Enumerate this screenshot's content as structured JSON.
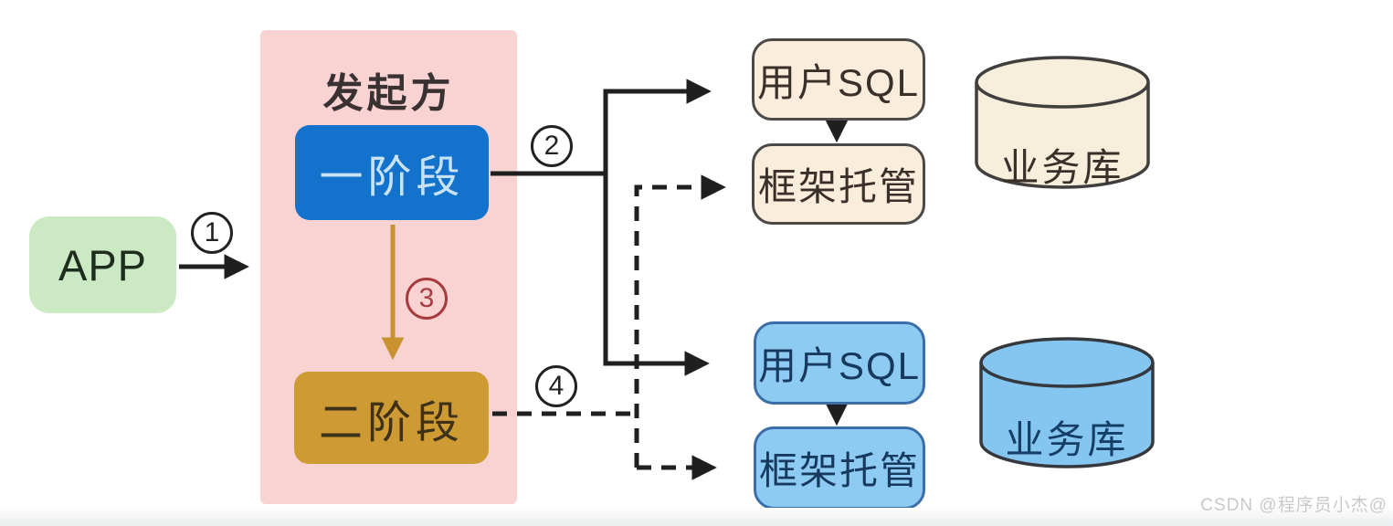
{
  "diagram": {
    "app": {
      "label": "APP"
    },
    "initiator": {
      "title": "发起方",
      "phase1_label": "一阶段",
      "phase2_label": "二阶段"
    },
    "steps": {
      "s1": "1",
      "s2": "2",
      "s3": "3",
      "s4": "4"
    },
    "top_group": {
      "user_sql": "用户SQL",
      "framework": "框架托管",
      "database": "业务库"
    },
    "bottom_group": {
      "user_sql": "用户SQL",
      "framework": "框架托管",
      "database": "业务库"
    },
    "watermark": "CSDN @程序员小杰@"
  },
  "colors": {
    "app_fill": "#cbe9c3",
    "initiator_region_fill": "#f9d2d2",
    "phase1_fill": "#1373cc",
    "phase2_fill": "#cd9a33",
    "cream_box_fill": "#faeddc",
    "cream_box_border": "#4c4a47",
    "blue_box_fill": "#8ecbf3",
    "blue_box_border": "#3b6ea8",
    "cream_cylinder_fill": "#f7eedb",
    "blue_cylinder_fill": "#85c6f1",
    "arrow_black": "#1f1f1f",
    "arrow_gold": "#c8922e",
    "step3_red": "#a63b40"
  }
}
